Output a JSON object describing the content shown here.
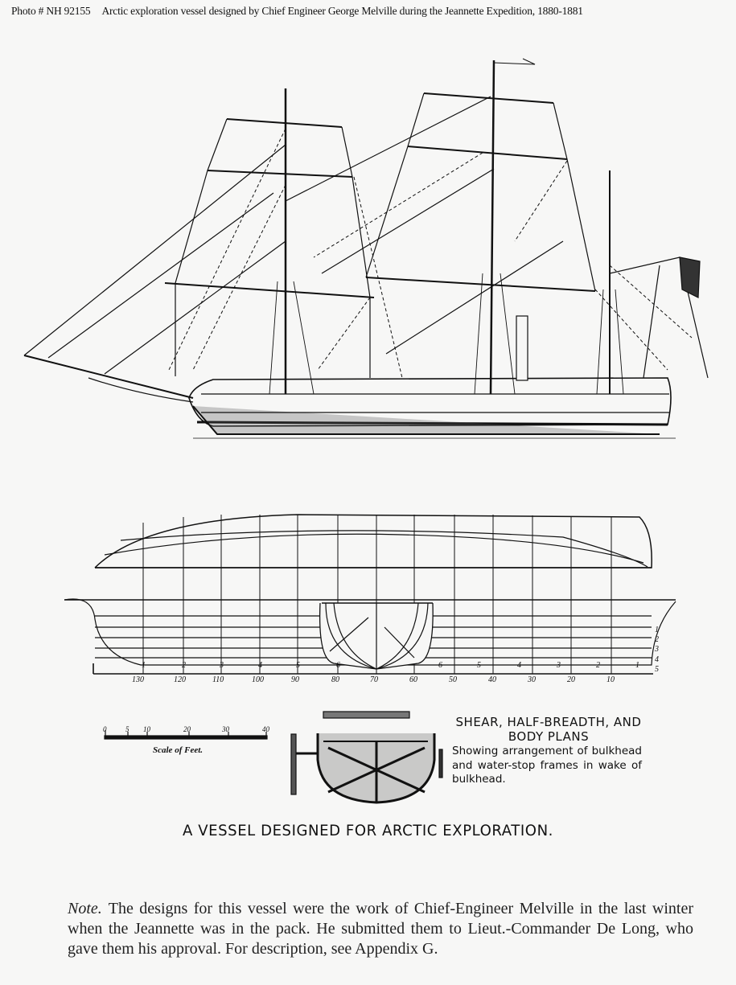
{
  "header": {
    "photo_id": "Photo #  NH 92155",
    "description": "Arctic exploration vessel designed by Chief Engineer George Melville during the Jeannette Expedition, 1880-1881"
  },
  "plan": {
    "title": "SHEAR, HALF-BREADTH, AND BODY PLANS",
    "description": "Showing arrangement of bulkhead and water-stop frames in wake of bulkhead.",
    "frame_numbers": [
      "130",
      "120",
      "110",
      "100",
      "90",
      "80",
      "70",
      "60",
      "50",
      "40",
      "30",
      "20",
      "10"
    ],
    "station_numbers_fore": [
      "1",
      "2",
      "3",
      "4",
      "5",
      "6"
    ],
    "station_numbers_aft": [
      "6",
      "5",
      "4",
      "3",
      "2",
      "1"
    ],
    "waterline_numbers": [
      "1",
      "2",
      "3",
      "4",
      "5"
    ]
  },
  "scale": {
    "ticks": [
      "0",
      "5",
      "10",
      "20",
      "30",
      "40"
    ],
    "label": "Scale of Feet."
  },
  "caption": "A VESSEL DESIGNED FOR ARCTIC EXPLORATION.",
  "note": {
    "lead": "Note.",
    "text": "The designs for this vessel were the work of Chief-Engineer Melville in the last winter when the Jeannette was in the pack. He submitted them to Lieut.-Commander De Long, who gave them his approval. For description, see Appendix G."
  }
}
